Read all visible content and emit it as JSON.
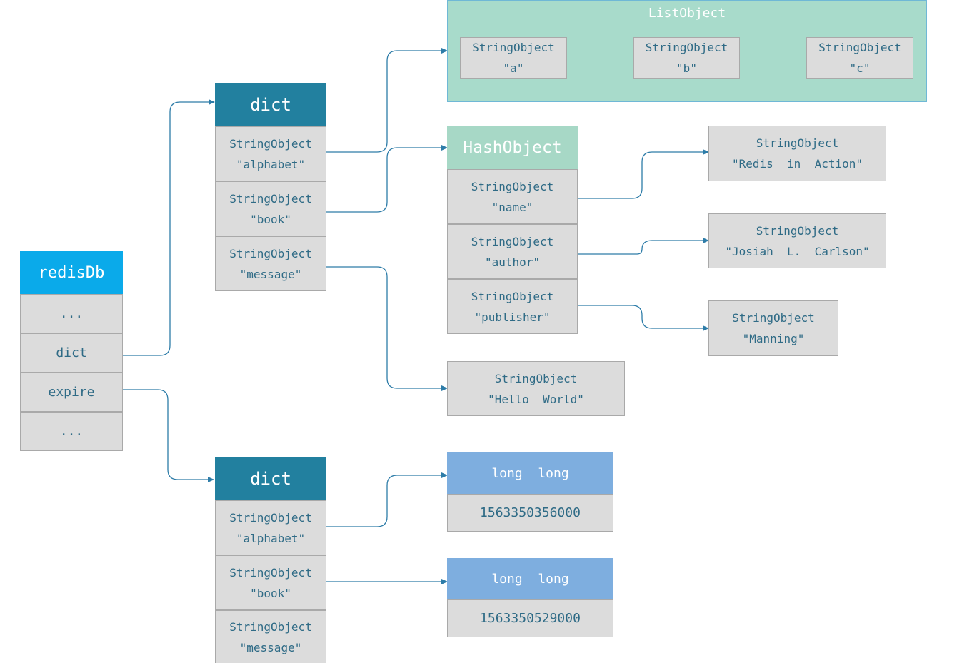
{
  "redis_db": {
    "title": "redisDb",
    "rows": [
      "...",
      "dict",
      "expire",
      "..."
    ]
  },
  "dict_main": {
    "title": "dict",
    "entries": [
      {
        "type": "StringObject",
        "key": "\"alphabet\""
      },
      {
        "type": "StringObject",
        "key": "\"book\""
      },
      {
        "type": "StringObject",
        "key": "\"message\""
      }
    ]
  },
  "dict_expire": {
    "title": "dict",
    "entries": [
      {
        "type": "StringObject",
        "key": "\"alphabet\""
      },
      {
        "type": "StringObject",
        "key": "\"book\""
      },
      {
        "type": "StringObject",
        "key": "\"message\""
      }
    ]
  },
  "list_object": {
    "title": "ListObject",
    "items": [
      {
        "type": "StringObject",
        "value": "\"a\""
      },
      {
        "type": "StringObject",
        "value": "\"b\""
      },
      {
        "type": "StringObject",
        "value": "\"c\""
      }
    ]
  },
  "hash_object": {
    "title": "HashObject",
    "fields": [
      {
        "type": "StringObject",
        "key": "\"name\""
      },
      {
        "type": "StringObject",
        "key": "\"author\""
      },
      {
        "type": "StringObject",
        "key": "\"publisher\""
      }
    ],
    "values": [
      {
        "type": "StringObject",
        "value": "\"Redis  in  Action\""
      },
      {
        "type": "StringObject",
        "value": "\"Josiah  L.  Carlson\""
      },
      {
        "type": "StringObject",
        "value": "\"Manning\""
      }
    ]
  },
  "message_value": {
    "type": "StringObject",
    "value": "\"Hello  World\""
  },
  "expire_values": [
    {
      "header": "long  long",
      "value": "1563350356000"
    },
    {
      "header": "long  long",
      "value": "1563350529000"
    }
  ],
  "colors": {
    "arrow": "#2d7ca8",
    "redis_header": "#0aaaea",
    "dict_header": "#22809f",
    "hash_header": "#a7d8c6",
    "long_header": "#7eaedf",
    "list_background": "#a8dbcb",
    "cell_background": "#dcdcdc",
    "text": "#2f6b86"
  }
}
